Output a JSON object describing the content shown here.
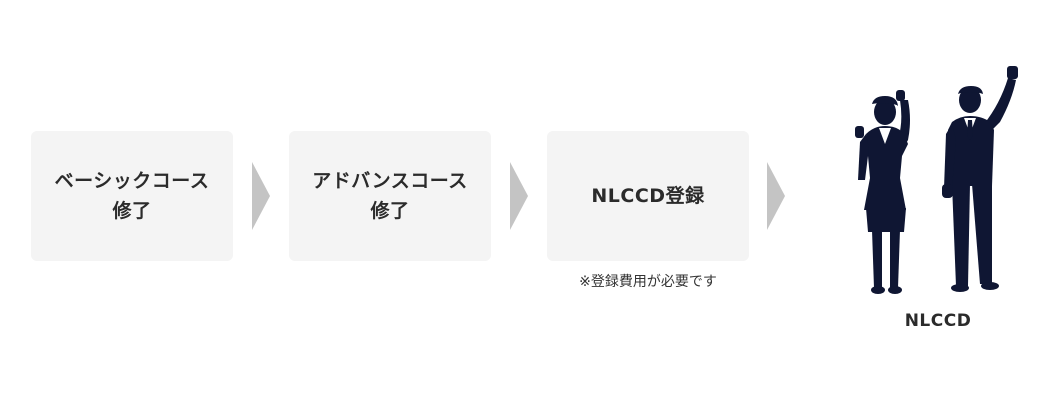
{
  "steps": [
    {
      "label": "ベーシックコース\n修了"
    },
    {
      "label": "アドバンスコース\n修了"
    },
    {
      "label": "NLCCD登録"
    }
  ],
  "note": "※登録費用が必要です",
  "result": {
    "label": "NLCCD",
    "icon": "celebrating-business-people-icon"
  },
  "colors": {
    "box_bg": "#f4f4f4",
    "arrow": "#c4c4c4",
    "silhouette": "#0f1633",
    "text": "#2b2b2b"
  }
}
